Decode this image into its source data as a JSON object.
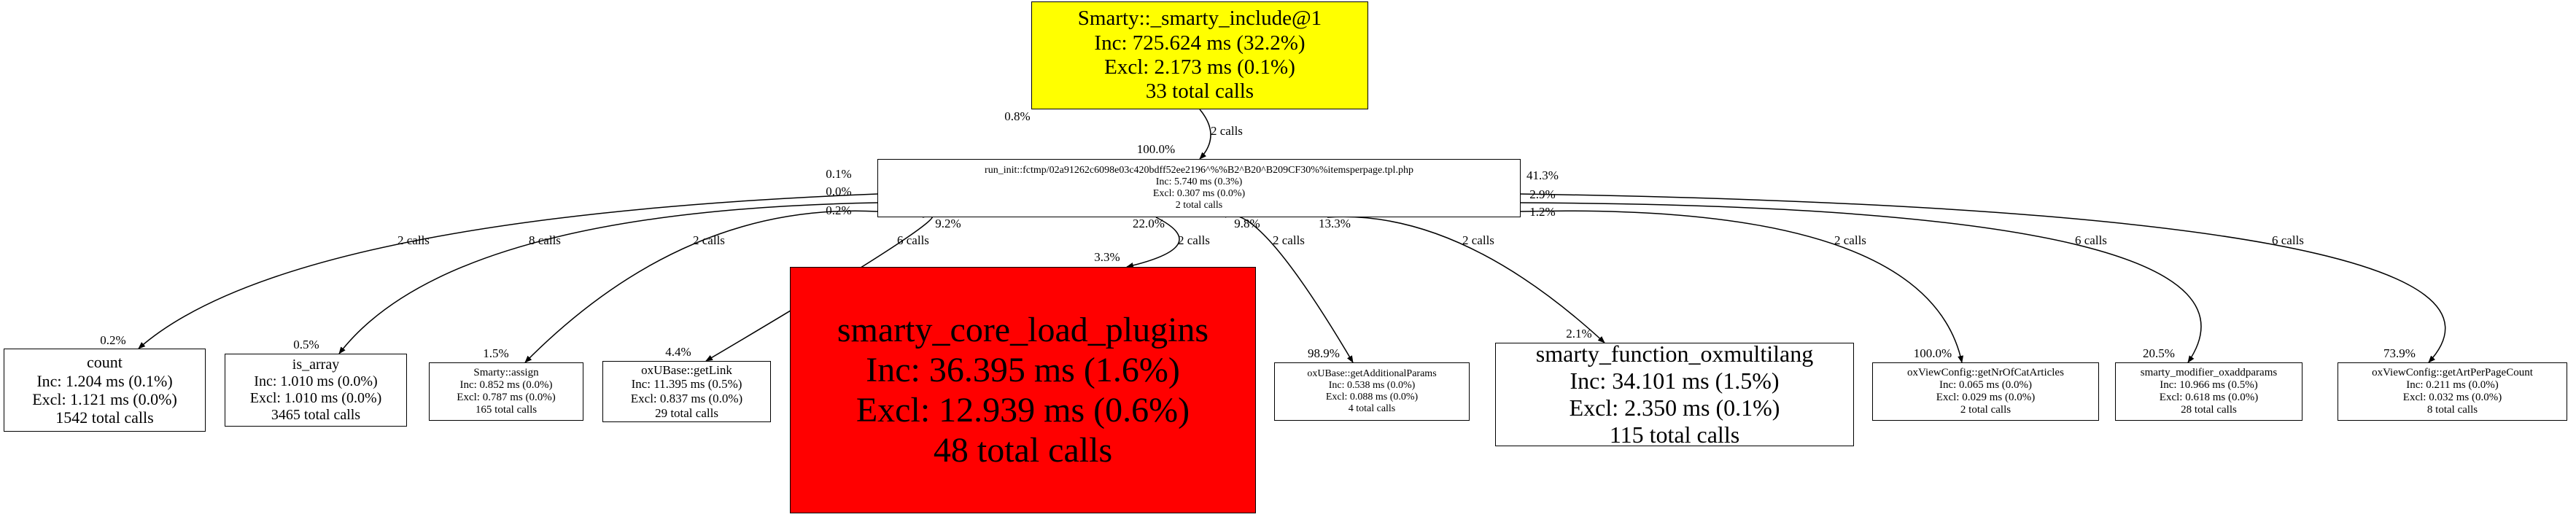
{
  "colors": {
    "root_fill": "#ffff00",
    "hot_fill": "#ff0000",
    "default_fill": "#ffffff",
    "edge": "#000000"
  },
  "nodes": [
    {
      "id": "smarty-include",
      "name": "Smarty::_smarty_include@1",
      "inc": "Inc: 725.624 ms (32.2%)",
      "excl": "Excl: 2.173 ms (0.1%)",
      "calls": "33 total calls",
      "fill": "#ffff00"
    },
    {
      "id": "run-init",
      "name": "run_init::fctmp/02a91262c6098e03c420bdff52ee2196^%%B2^B20^B209CF30%%itemsperpage.tpl.php",
      "inc": "Inc: 5.740 ms (0.3%)",
      "excl": "Excl: 0.307 ms (0.0%)",
      "calls": "2 total calls",
      "fill": "#ffffff"
    },
    {
      "id": "count",
      "name": "count",
      "inc": "Inc: 1.204 ms (0.1%)",
      "excl": "Excl: 1.121 ms (0.0%)",
      "calls": "1542 total calls",
      "fill": "#ffffff"
    },
    {
      "id": "is-array",
      "name": "is_array",
      "inc": "Inc: 1.010 ms (0.0%)",
      "excl": "Excl: 1.010 ms (0.0%)",
      "calls": "3465 total calls",
      "fill": "#ffffff"
    },
    {
      "id": "smarty-assign",
      "name": "Smarty::assign",
      "inc": "Inc: 0.852 ms (0.0%)",
      "excl": "Excl: 0.787 ms (0.0%)",
      "calls": "165 total calls",
      "fill": "#ffffff"
    },
    {
      "id": "get-link",
      "name": "oxUBase::getLink",
      "inc": "Inc: 11.395 ms (0.5%)",
      "excl": "Excl: 0.837 ms (0.0%)",
      "calls": "29 total calls",
      "fill": "#ffffff"
    },
    {
      "id": "load-plugins",
      "name": "smarty_core_load_plugins",
      "inc": "Inc: 36.395 ms (1.6%)",
      "excl": "Excl: 12.939 ms (0.6%)",
      "calls": "48 total calls",
      "fill": "#ff0000"
    },
    {
      "id": "get-additional-params",
      "name": "oxUBase::getAdditionalParams",
      "inc": "Inc: 0.538 ms (0.0%)",
      "excl": "Excl: 0.088 ms (0.0%)",
      "calls": "4 total calls",
      "fill": "#ffffff"
    },
    {
      "id": "oxmultilang",
      "name": "smarty_function_oxmultilang",
      "inc": "Inc: 34.101 ms (1.5%)",
      "excl": "Excl: 2.350 ms (0.1%)",
      "calls": "115 total calls",
      "fill": "#ffffff"
    },
    {
      "id": "get-nr-of-cat-articles",
      "name": "oxViewConfig::getNrOfCatArticles",
      "inc": "Inc: 0.065 ms (0.0%)",
      "excl": "Excl: 0.029 ms (0.0%)",
      "calls": "2 total calls",
      "fill": "#ffffff"
    },
    {
      "id": "oxaddparams",
      "name": "smarty_modifier_oxaddparams",
      "inc": "Inc: 10.966 ms (0.5%)",
      "excl": "Excl: 0.618 ms (0.0%)",
      "calls": "28 total calls",
      "fill": "#ffffff"
    },
    {
      "id": "get-art-per-page-count",
      "name": "oxViewConfig::getArtPerPageCount",
      "inc": "Inc: 0.211 ms (0.0%)",
      "excl": "Excl: 0.032 ms (0.0%)",
      "calls": "8 total calls",
      "fill": "#ffffff"
    }
  ],
  "edges": [
    {
      "from": "smarty-include",
      "to": "run-init",
      "src_pct": "0.8%",
      "calls": "2 calls",
      "dst_pct": "100.0%"
    },
    {
      "from": "run-init",
      "to": "count",
      "src_pct": "0.1%",
      "calls": "2 calls",
      "dst_pct": "0.2%"
    },
    {
      "from": "run-init",
      "to": "is-array",
      "src_pct": "0.0%",
      "calls": "8 calls",
      "dst_pct": "0.5%"
    },
    {
      "from": "run-init",
      "to": "smarty-assign",
      "src_pct": "0.2%",
      "calls": "2 calls",
      "dst_pct": "1.5%"
    },
    {
      "from": "run-init",
      "to": "get-link",
      "src_pct": "9.2%",
      "calls": "6 calls",
      "dst_pct": "4.4%"
    },
    {
      "from": "run-init",
      "to": "load-plugins",
      "src_pct": "22.0%",
      "calls": "2 calls",
      "dst_pct": "3.3%"
    },
    {
      "from": "run-init",
      "to": "get-additional-params",
      "src_pct": "9.8%",
      "calls": "2 calls",
      "dst_pct": "98.9%"
    },
    {
      "from": "run-init",
      "to": "oxmultilang",
      "src_pct": "13.3%",
      "calls": "2 calls",
      "dst_pct": "2.1%"
    },
    {
      "from": "run-init",
      "to": "get-nr-of-cat-articles",
      "src_pct": "1.2%",
      "calls": "2 calls",
      "dst_pct": "100.0%"
    },
    {
      "from": "run-init",
      "to": "oxaddparams",
      "src_pct": "2.9%",
      "calls": "6 calls",
      "dst_pct": "20.5%"
    },
    {
      "from": "run-init",
      "to": "get-art-per-page-count",
      "src_pct": "41.3%",
      "calls": "6 calls",
      "dst_pct": "73.9%"
    }
  ]
}
